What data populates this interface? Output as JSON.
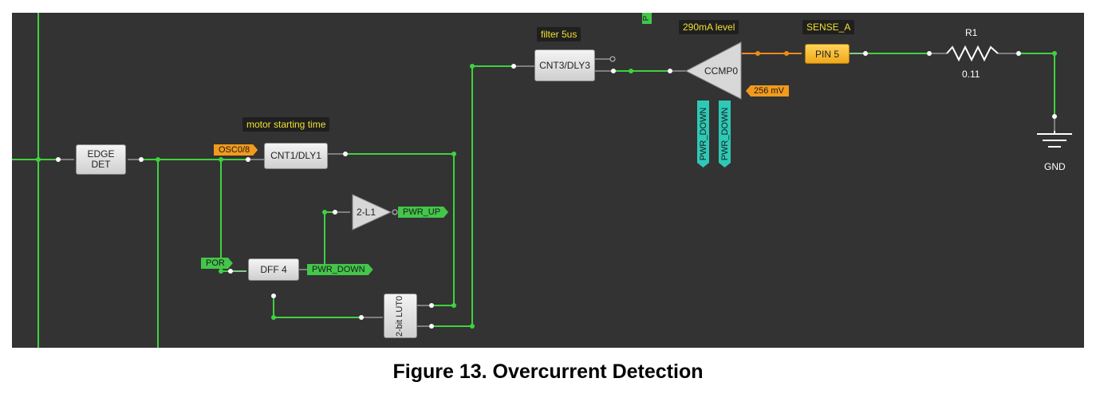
{
  "figure": {
    "caption": "Figure 13. Overcurrent Detection"
  },
  "blocks": {
    "edge_det": "EDGE DET",
    "cnt1": "CNT1/DLY1",
    "dff4": "DFF 4",
    "lut0": "2-bit LUT0",
    "inverter": "2-L1",
    "cnt3": "CNT3/DLY3",
    "ccmp0": "CCMP0"
  },
  "notes": {
    "motor_starting_time": "motor starting time",
    "filter": "filter 5us",
    "level": "290mA level",
    "sense": "SENSE_A"
  },
  "tags": {
    "osc": "OSC0/8",
    "por": "POR",
    "pwr_down": "PWR_DOWN",
    "pwr_up": "PWR_UP",
    "vref": "256 mV",
    "pwr_down_v1": "PWR_DOWN",
    "pwr_down_v2": "PWR_DOWN",
    "top_partial": "P"
  },
  "pin": {
    "label": "PIN 5"
  },
  "resistor": {
    "name": "R1",
    "value": "0.11"
  },
  "ground": {
    "label": "GND"
  },
  "colors": {
    "wire": "#3fd23f",
    "wire_orange": "#f08a1a",
    "background": "#333333"
  }
}
